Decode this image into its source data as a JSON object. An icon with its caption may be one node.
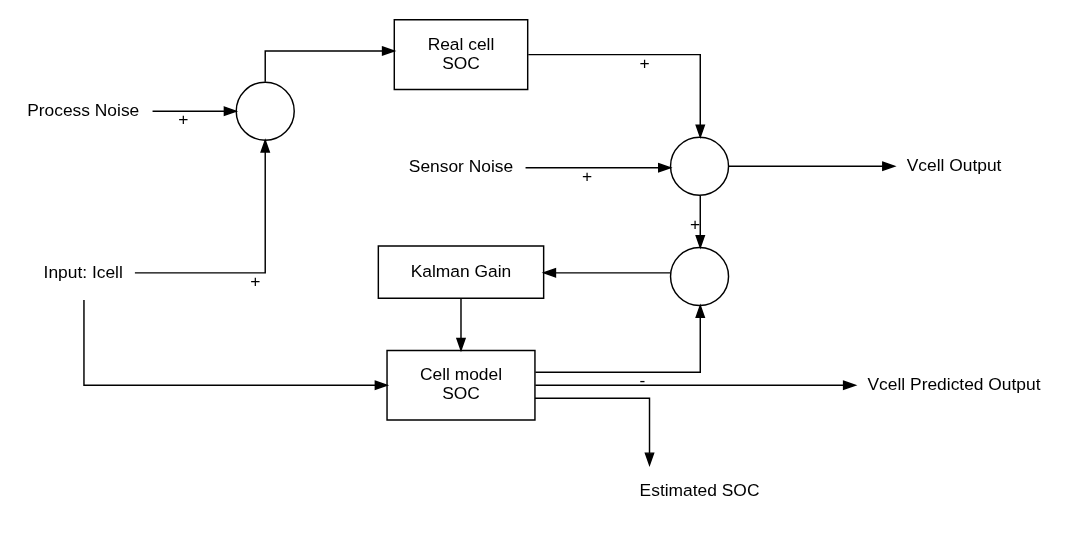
{
  "diagram": {
    "nodes": [
      {
        "text": [
          "Input: Icell"
        ]
      },
      {
        "text": [
          "Process Noise"
        ]
      },
      {
        "text": [],
        "shape": "circle"
      },
      {
        "text": [
          "Real cell",
          "SOC"
        ]
      },
      {
        "text": [
          "Sensor Noise"
        ]
      },
      {
        "text": [],
        "shape": "circle"
      },
      {
        "text": [
          "Vcell Output"
        ]
      },
      {
        "text": [
          "Kalman Gain"
        ]
      },
      {
        "text": [],
        "shape": "circle"
      },
      {
        "text": [
          "Cell model",
          "SOC"
        ]
      },
      {
        "text": [
          "Vcell Predicted Output"
        ]
      },
      {
        "text": [
          "Estimated SOC"
        ]
      }
    ],
    "edges": [
      {
        "from": 0,
        "to": 2,
        "arrow": "to",
        "label": "+"
      },
      {
        "from": 0,
        "to": 9,
        "arrow": "to"
      },
      {
        "from": 1,
        "to": 2,
        "arrow": "to",
        "label": "+"
      },
      {
        "from": 2,
        "to": 3,
        "arrow": "to"
      },
      {
        "from": 3,
        "to": 5,
        "arrow": "to",
        "label": "+"
      },
      {
        "from": 4,
        "to": 5,
        "arrow": "to",
        "label": "+"
      },
      {
        "from": 5,
        "to": 6,
        "arrow": "to"
      },
      {
        "from": 5,
        "to": 8,
        "arrow": "to",
        "label": "+"
      },
      {
        "from": 8,
        "to": 7,
        "arrow": "to"
      },
      {
        "from": 7,
        "to": 9,
        "arrow": "to"
      },
      {
        "from": 9,
        "to": 10,
        "arrow": "to"
      },
      {
        "from": 9,
        "to": 8,
        "arrow": "to",
        "label": "-"
      },
      {
        "from": 9,
        "to": 11,
        "arrow": "to"
      }
    ]
  }
}
